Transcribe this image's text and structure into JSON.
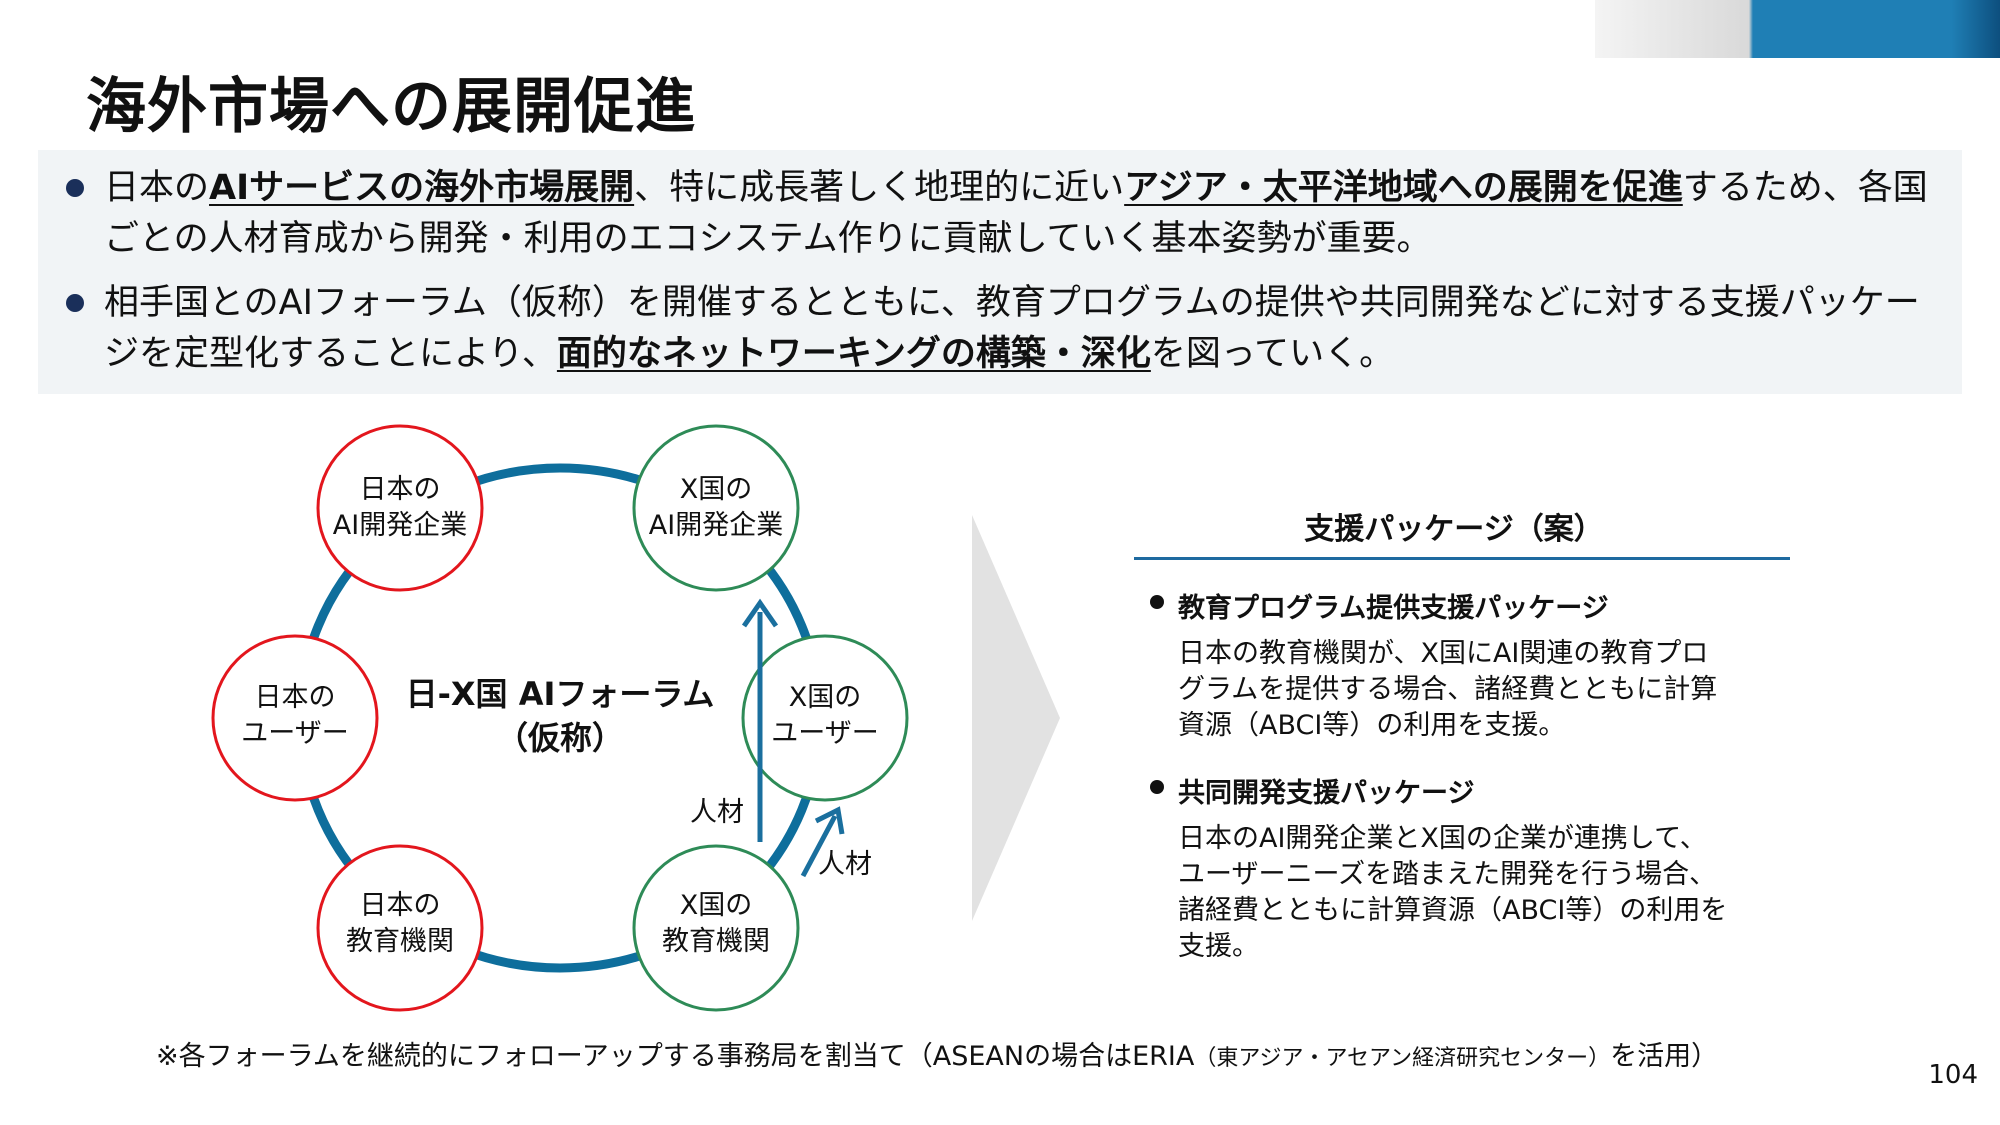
{
  "header": {
    "title": "海外市場への展開促進"
  },
  "summary": {
    "paragraphs": [
      {
        "segments": [
          {
            "text": "日本の",
            "highlight": false
          },
          {
            "text": "AIサービスの海外市場展開",
            "highlight": true
          },
          {
            "text": "、特に成長著しく地理的に近い",
            "highlight": false
          },
          {
            "text": "アジア・太平洋地域への展開を促進",
            "highlight": true
          },
          {
            "text": "するため、各国ごとの人材育成から開発・利用のエコシステム作りに貢献していく基本姿勢が重要。",
            "highlight": false
          }
        ]
      },
      {
        "segments": [
          {
            "text": "相手国とのAIフォーラム（仮称）を開催するとともに、教育プログラムの提供や共同開発などに対する支援パッケージを定型化することにより、",
            "highlight": false
          },
          {
            "text": "面的なネットワーキングの構築・深化",
            "highlight": true
          },
          {
            "text": "を図っていく。",
            "highlight": false
          }
        ]
      }
    ]
  },
  "diagram": {
    "forum_label": [
      "日-X国 AIフォーラム",
      "（仮称）"
    ],
    "nodes": [
      {
        "id": "jp-dev",
        "lines": [
          "日本の",
          "AI開発企業"
        ],
        "group": "japan"
      },
      {
        "id": "x-dev",
        "lines": [
          "X国の",
          "AI開発企業"
        ],
        "group": "x"
      },
      {
        "id": "jp-user",
        "lines": [
          "日本の",
          "ユーザー"
        ],
        "group": "japan"
      },
      {
        "id": "x-user",
        "lines": [
          "X国の",
          "ユーザー"
        ],
        "group": "x"
      },
      {
        "id": "jp-edu",
        "lines": [
          "日本の",
          "教育機関"
        ],
        "group": "japan"
      },
      {
        "id": "x-edu",
        "lines": [
          "X国の",
          "教育機関"
        ],
        "group": "x"
      }
    ],
    "flows": [
      {
        "from": "x-edu",
        "to": "x-dev",
        "label": "人材"
      },
      {
        "from": "x-edu",
        "to": "x-user",
        "label": "人材"
      }
    ],
    "colors": {
      "japan": "#e3161d",
      "x": "#2e8b57",
      "ring": "#0e6e9c",
      "arrow": "#1a6f9e"
    }
  },
  "packages": {
    "title": "支援パッケージ（案）",
    "items": [
      {
        "name": "教育プログラム提供支援パッケージ",
        "lines": [
          "日本の教育機関が、X国にAI関連の教育プロ",
          "グラムを提供する場合、諸経費とともに計算",
          "資源（ABCI等）の利用を支援。"
        ]
      },
      {
        "name": "共同開発支援パッケージ",
        "lines": [
          "日本のAI開発企業とX国の企業が連携して、",
          "ユーザーニーズを踏まえた開発を行う場合、",
          "諸経費とともに計算資源（ABCI等）の利用を",
          "支援。"
        ]
      }
    ]
  },
  "footer": {
    "note_main": "※各フォーラムを継続的にフォローアップする事務局を割当て（ASEANの場合はERIA",
    "note_small": "（東アジア・アセアン経済研究センター）",
    "note_end": "を活用）",
    "page_number": "104"
  }
}
